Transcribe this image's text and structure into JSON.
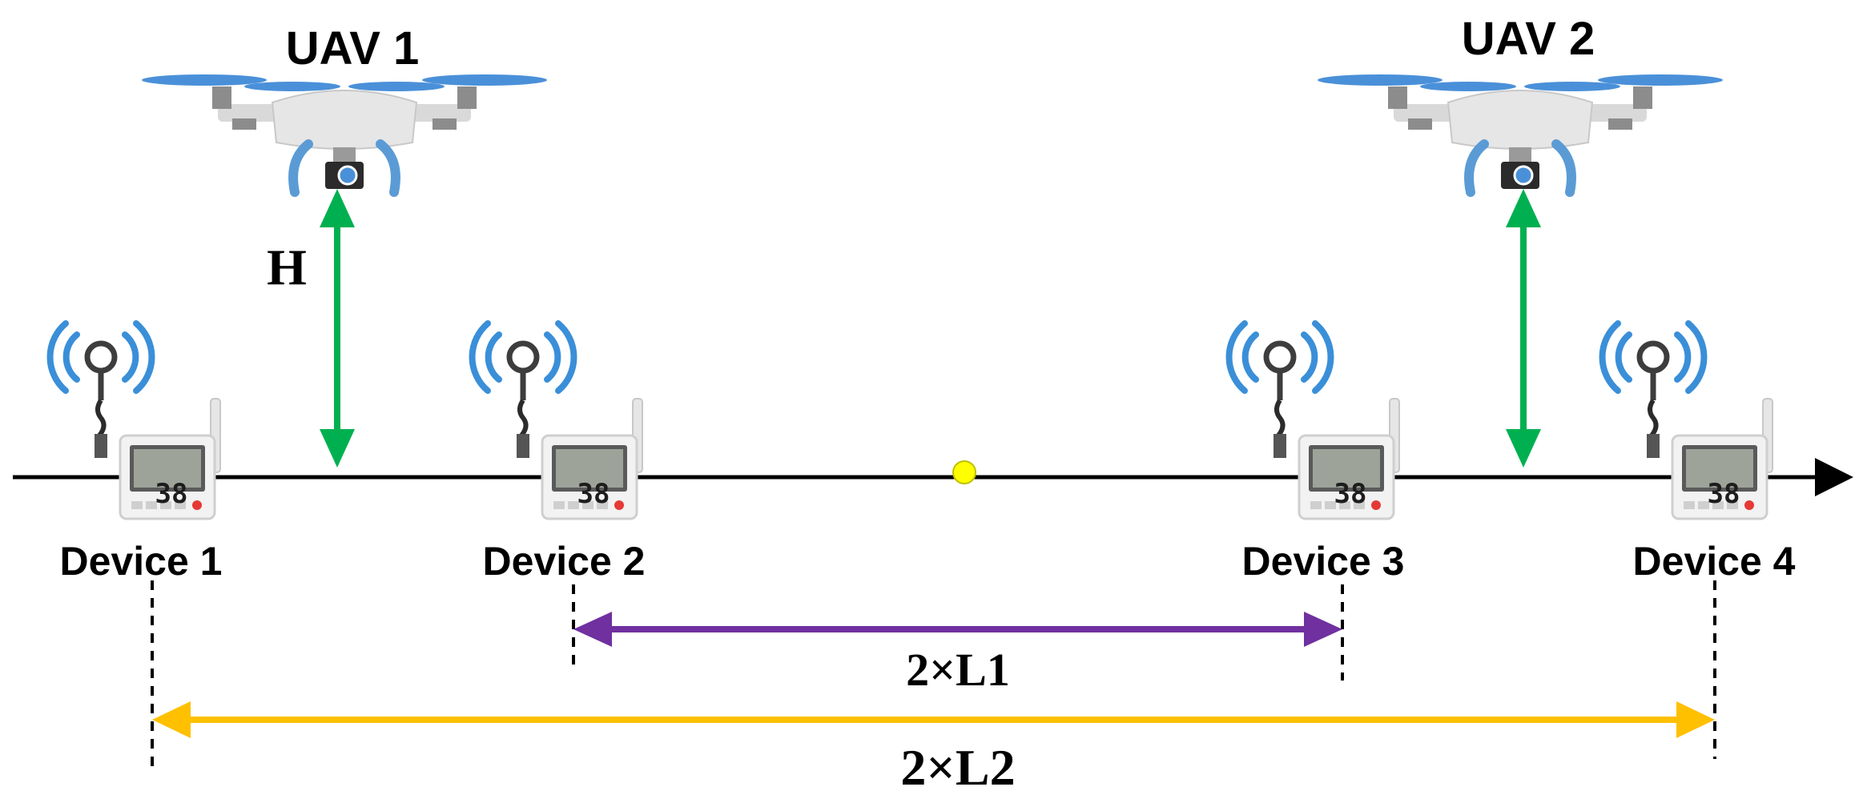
{
  "uavs": [
    {
      "label": "UAV 1"
    },
    {
      "label": "UAV 2"
    }
  ],
  "devices": [
    {
      "label": "Device 1",
      "lcd": "38"
    },
    {
      "label": "Device 2",
      "lcd": "38"
    },
    {
      "label": "Device 3",
      "lcd": "38"
    },
    {
      "label": "Device 4",
      "lcd": "38"
    }
  ],
  "labels": {
    "height": "H",
    "inner_distance": "2×L1",
    "outer_distance": "2×L2"
  },
  "colors": {
    "baseline": "#000000",
    "height_arrow": "#00b050",
    "inner_arrow": "#7030a0",
    "outer_arrow": "#ffc000",
    "center_point": "#ffff00",
    "signal_waves": "#3a8fd8",
    "drone_body": "#e6e6e6",
    "drone_legs": "#5b9bd5"
  }
}
